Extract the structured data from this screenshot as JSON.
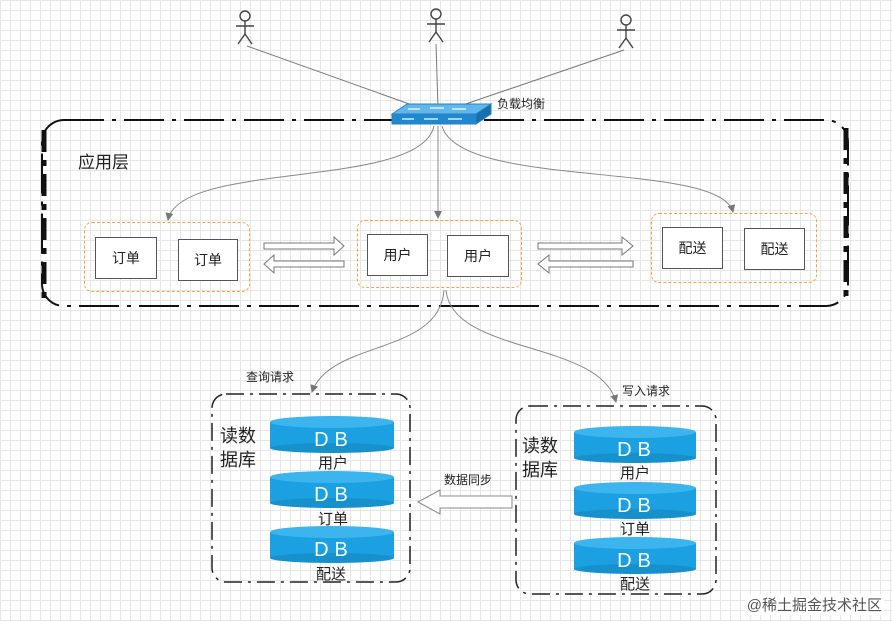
{
  "load_balancer": {
    "label": "负载均衡"
  },
  "app_layer": {
    "title": "应用层",
    "groups": {
      "order": [
        "订单",
        "订单"
      ],
      "user": [
        "用户",
        "用户"
      ],
      "delivery": [
        "配送",
        "配送"
      ]
    }
  },
  "edges": {
    "query_request": "查询请求",
    "write_request": "写入请求",
    "data_sync": "数据同步"
  },
  "read_db": {
    "title": "读数据库",
    "db_label": "DB",
    "items": [
      "用户",
      "订单",
      "配送"
    ]
  },
  "write_db": {
    "title": "读数据库",
    "db_label": "DB",
    "items": [
      "用户",
      "订单",
      "配送"
    ]
  },
  "watermark": "@稀土掘金技术社区",
  "colors": {
    "db_blue": "#1ba1e2",
    "group_border": "#f6a24a",
    "arrow": "#888888"
  }
}
